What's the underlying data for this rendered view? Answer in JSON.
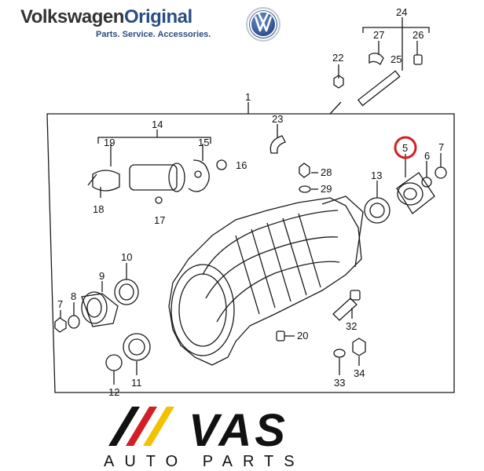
{
  "header": {
    "brand_part1": "Volkswagen",
    "brand_part2": "Original",
    "tagline": "Parts. Service. Accessories.",
    "logo_icon": "vw-logo-icon"
  },
  "diagram": {
    "highlight_color": "#d21f26",
    "callouts": [
      "1",
      "5",
      "6",
      "7",
      "7",
      "8",
      "9",
      "10",
      "11",
      "12",
      "13",
      "14",
      "15",
      "16",
      "17",
      "18",
      "19",
      "20",
      "22",
      "23",
      "24",
      "25",
      "26",
      "27",
      "28",
      "29",
      "32",
      "33",
      "34"
    ],
    "highlighted_part": "5"
  },
  "footer": {
    "brand_big": "VAS",
    "brand_sub": "AUTO PARTS",
    "stripe_colors": [
      "#111111",
      "#d21f26",
      "#f2c200"
    ]
  }
}
